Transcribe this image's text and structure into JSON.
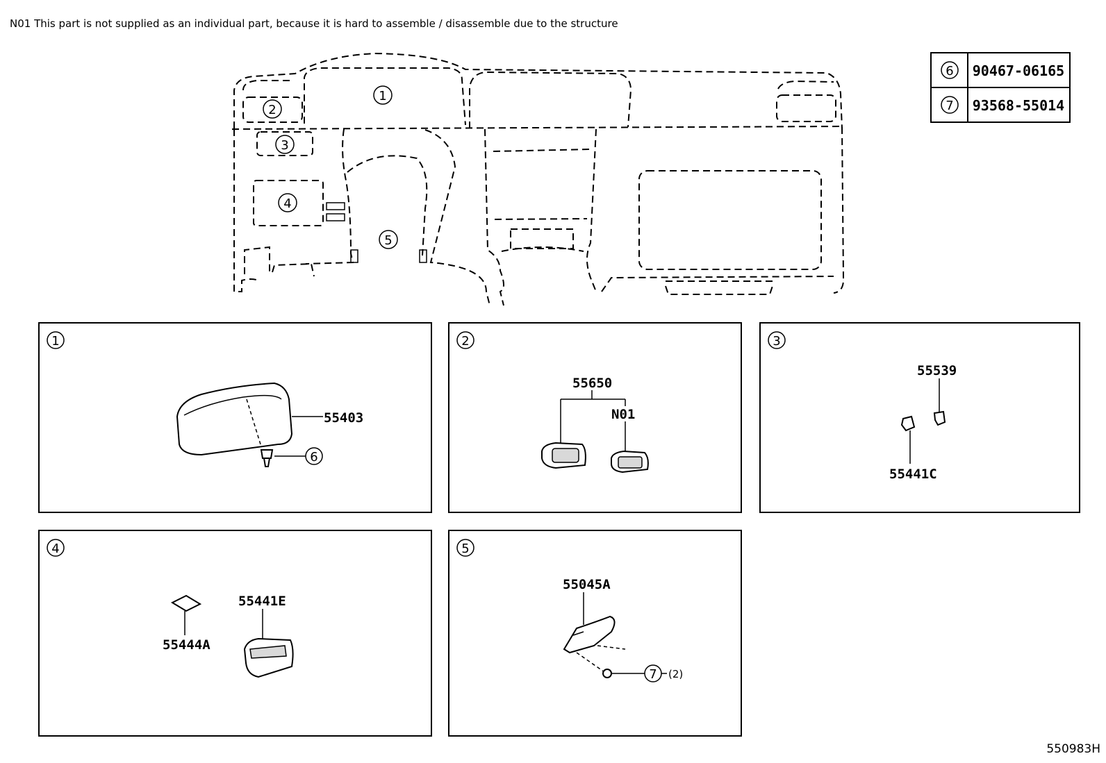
{
  "note": "N01 This part is not supplied as an individual part, because it is hard to assemble / disassemble due to the structure",
  "diagram_code": "550983H",
  "legend": [
    {
      "ref": "6",
      "part_number": "90467-06165"
    },
    {
      "ref": "7",
      "part_number": "93568-55014"
    }
  ],
  "overview_refs": [
    "1",
    "2",
    "3",
    "4",
    "5"
  ],
  "panels": [
    {
      "ref": "1",
      "labels": [
        "55403",
        "6"
      ]
    },
    {
      "ref": "2",
      "labels": [
        "55650",
        "N01"
      ]
    },
    {
      "ref": "3",
      "labels": [
        "55539",
        "55441C"
      ]
    },
    {
      "ref": "4",
      "labels": [
        "55441E",
        "55444A"
      ]
    },
    {
      "ref": "5",
      "labels": [
        "55045A",
        "7",
        "(2)"
      ]
    }
  ]
}
